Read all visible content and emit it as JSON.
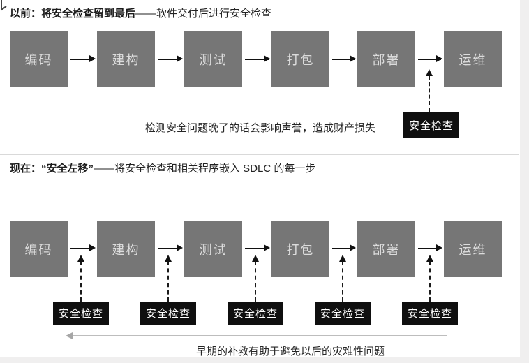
{
  "before": {
    "title_strong": "以前：将安全检查留到最后",
    "title_rest": "——软件交付后进行安全检查",
    "stages": [
      "编码",
      "建构",
      "测试",
      "打包",
      "部署",
      "运维"
    ],
    "security_check": "安全检查",
    "caption": "检测安全问题晚了的话会影响声誉，造成财产损失"
  },
  "now": {
    "title_strong": "现在：“安全左移”",
    "title_rest": "——将安全检查和相关程序嵌入 SDLC 的每一步",
    "stages": [
      "编码",
      "建构",
      "测试",
      "打包",
      "部署",
      "运维"
    ],
    "security_check": "安全检查",
    "caption": "早期的补救有助于避免以后的灾难性问题"
  },
  "colors": {
    "stage_box": "#767676",
    "stage_text": "#dcdcdc",
    "check_box": "#0f0f0f",
    "check_text": "#ffffff",
    "flow_arrow": "#111111",
    "dashed_arrow": "#1a1a1a",
    "shift_left_arrow": "#b5b5b5",
    "divider": "#d9d9d9",
    "page_margin": "#f0efef"
  }
}
